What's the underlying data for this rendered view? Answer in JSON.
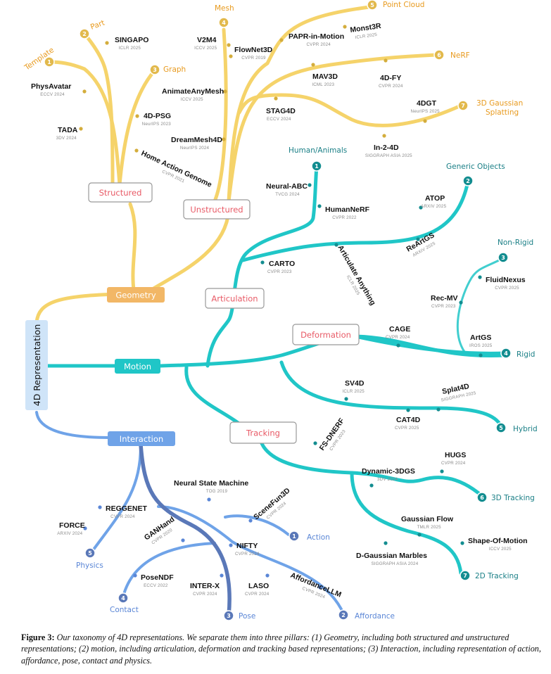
{
  "root": "4D Representation",
  "colors": {
    "geometry": "#f5d36a",
    "geometry_box": "#f2b766",
    "motion": "#20c6c7",
    "motion_dark": "#138d90",
    "interaction": "#6fa3e8",
    "interaction_dark": "#5a78b8",
    "root_box": "#cfe4f8",
    "red_label": "#e85a66",
    "orange_label": "#e89a1e",
    "teal_label": "#1a7f86",
    "blue_label": "#5a86d6"
  },
  "pillars": [
    {
      "label": "Geometry"
    },
    {
      "label": "Motion"
    },
    {
      "label": "Interaction"
    }
  ],
  "categories": [
    "Structured",
    "Unstructured",
    "Articulation",
    "Deformation",
    "Tracking"
  ],
  "leaves": [
    {
      "num": "1",
      "label": "Template"
    },
    {
      "num": "2",
      "label": "Part"
    },
    {
      "num": "3",
      "label": "Graph"
    },
    {
      "num": "4",
      "label": "Mesh"
    },
    {
      "num": "5",
      "label": "Point Cloud"
    },
    {
      "num": "6",
      "label": "NeRF"
    },
    {
      "num": "7",
      "label": "3D Gaussian"
    },
    {
      "num": "",
      "label": "Splatting"
    },
    {
      "num": "1",
      "label": "Human/Animals"
    },
    {
      "num": "2",
      "label": "Generic Objects"
    },
    {
      "num": "3",
      "label": "Non-Rigid"
    },
    {
      "num": "4",
      "label": "Rigid"
    },
    {
      "num": "5",
      "label": "Hybrid"
    },
    {
      "num": "6",
      "label": "3D Tracking"
    },
    {
      "num": "7",
      "label": "2D Tracking"
    },
    {
      "num": "1",
      "label": "Action"
    },
    {
      "num": "2",
      "label": "Affordance"
    },
    {
      "num": "3",
      "label": "Pose"
    },
    {
      "num": "4",
      "label": "Contact"
    },
    {
      "num": "5",
      "label": "Physics"
    }
  ],
  "papers": [
    {
      "name": "SINGAPO",
      "venue": "ICLR 2025"
    },
    {
      "name": "PhysAvatar",
      "venue": "ECCV 2024"
    },
    {
      "name": "TADA",
      "venue": "3DV 2024"
    },
    {
      "name": "4D-PSG",
      "venue": "NeurIPS 2023"
    },
    {
      "name": "Home Action Genome",
      "venue": "CVPR 2021"
    },
    {
      "name": "V2M4",
      "venue": "ICCV 2025"
    },
    {
      "name": "AnimateAnyMesh",
      "venue": "ICCV 2025"
    },
    {
      "name": "DreamMesh4D",
      "venue": "NeurIPS 2024"
    },
    {
      "name": "FlowNet3D",
      "venue": "CVPR 2019"
    },
    {
      "name": "PAPR-in-Motion",
      "venue": "CVPR 2024"
    },
    {
      "name": "Monst3R",
      "venue": "ICLR 2025"
    },
    {
      "name": "MAV3D",
      "venue": "ICML 2023"
    },
    {
      "name": "4D-FY",
      "venue": "CVPR 2024"
    },
    {
      "name": "4DGT",
      "venue": "NeurIPS 2025"
    },
    {
      "name": "STAG4D",
      "venue": "ECCV 2024"
    },
    {
      "name": "In-2-4D",
      "venue": "SIGGRAPH ASIA 2025"
    },
    {
      "name": "Neural-ABC",
      "venue": "TVCG 2024"
    },
    {
      "name": "HumanNeRF",
      "venue": "CVPR 2022"
    },
    {
      "name": "ATOP",
      "venue": "ARXIV 2025"
    },
    {
      "name": "ReArtGS",
      "venue": "ARXIV 2025"
    },
    {
      "name": "Articulate Anything",
      "venue": "ICLR 2025"
    },
    {
      "name": "CARTO",
      "venue": "CVPR 2023"
    },
    {
      "name": "FluidNexus",
      "venue": "CVPR 2025"
    },
    {
      "name": "Rec-MV",
      "venue": "CVPR 2023"
    },
    {
      "name": "CAGE",
      "venue": "CVPR 2024"
    },
    {
      "name": "ArtGS",
      "venue": "IROS 2025"
    },
    {
      "name": "SV4D",
      "venue": "ICLR 2025"
    },
    {
      "name": "Splat4D",
      "venue": "SIGGRAPH 2025"
    },
    {
      "name": "CAT4D",
      "venue": "CVPR 2025"
    },
    {
      "name": "FS-DNERF",
      "venue": "CVPR 2023"
    },
    {
      "name": "HUGS",
      "venue": "CVPR 2024"
    },
    {
      "name": "Dynamic-3DGS",
      "venue": "3DV 2024"
    },
    {
      "name": "Gaussian Flow",
      "venue": "TMLR 2025"
    },
    {
      "name": "Shape-Of-Motion",
      "venue": "ICCV 2025"
    },
    {
      "name": "D-Gaussian Marbles",
      "venue": "SIGGRAPH ASIA 2024"
    },
    {
      "name": "Neural State Machine",
      "venue": "TOG 2019"
    },
    {
      "name": "SceneFun3D",
      "venue": "CVPR 2024"
    },
    {
      "name": "REGGENET",
      "venue": "CVPR 2024"
    },
    {
      "name": "GANHand",
      "venue": "CVPR 2020"
    },
    {
      "name": "FORCE",
      "venue": "ARXIV 2024"
    },
    {
      "name": "NIFTY",
      "venue": "CVPR 2024"
    },
    {
      "name": "PoseNDF",
      "venue": "ECCV 2022"
    },
    {
      "name": "INTER-X",
      "venue": "CVPR 2024"
    },
    {
      "name": "LASO",
      "venue": "CVPR 2024"
    },
    {
      "name": "AffordanceLLM",
      "venue": "CVPR 2024"
    }
  ],
  "caption": {
    "label": "Figure 3:",
    "text": "Our taxonomy of 4D representations. We separate them into three pillars: (1) Geometry, including both structured and unstructured representations; (2) motion, including articulation, deformation and tracking based representations; (3) Interaction, including representation of action, affordance, pose, contact and physics."
  }
}
